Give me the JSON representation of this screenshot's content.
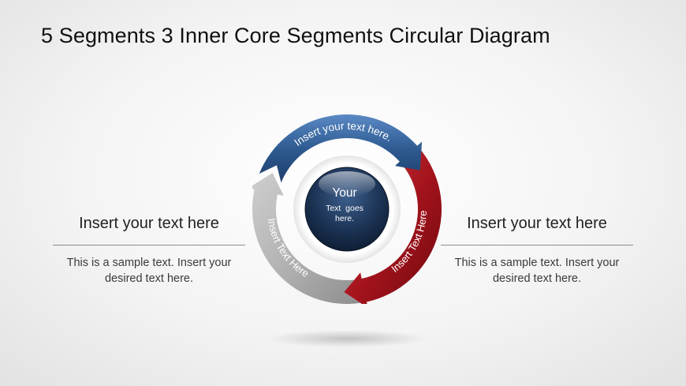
{
  "title": "5 Segments 3 Inner Core Segments Circular Diagram",
  "left": {
    "heading": "Insert your text here",
    "body": "This is a sample text. Insert your desired text here."
  },
  "right": {
    "heading": "Insert your text here",
    "body": "This is a sample text. Insert your desired text here."
  },
  "diagram": {
    "segments": [
      {
        "label": "Insert your text here.",
        "color": "#2e5b92"
      },
      {
        "label": "Insert Text Here",
        "color": "#a1121b"
      },
      {
        "label": "Insert Text Here",
        "color": "#a6a6a6"
      }
    ],
    "core": {
      "title": "Your",
      "line1": "Text  goes",
      "line2": "here.",
      "color": "#1d3557"
    }
  }
}
